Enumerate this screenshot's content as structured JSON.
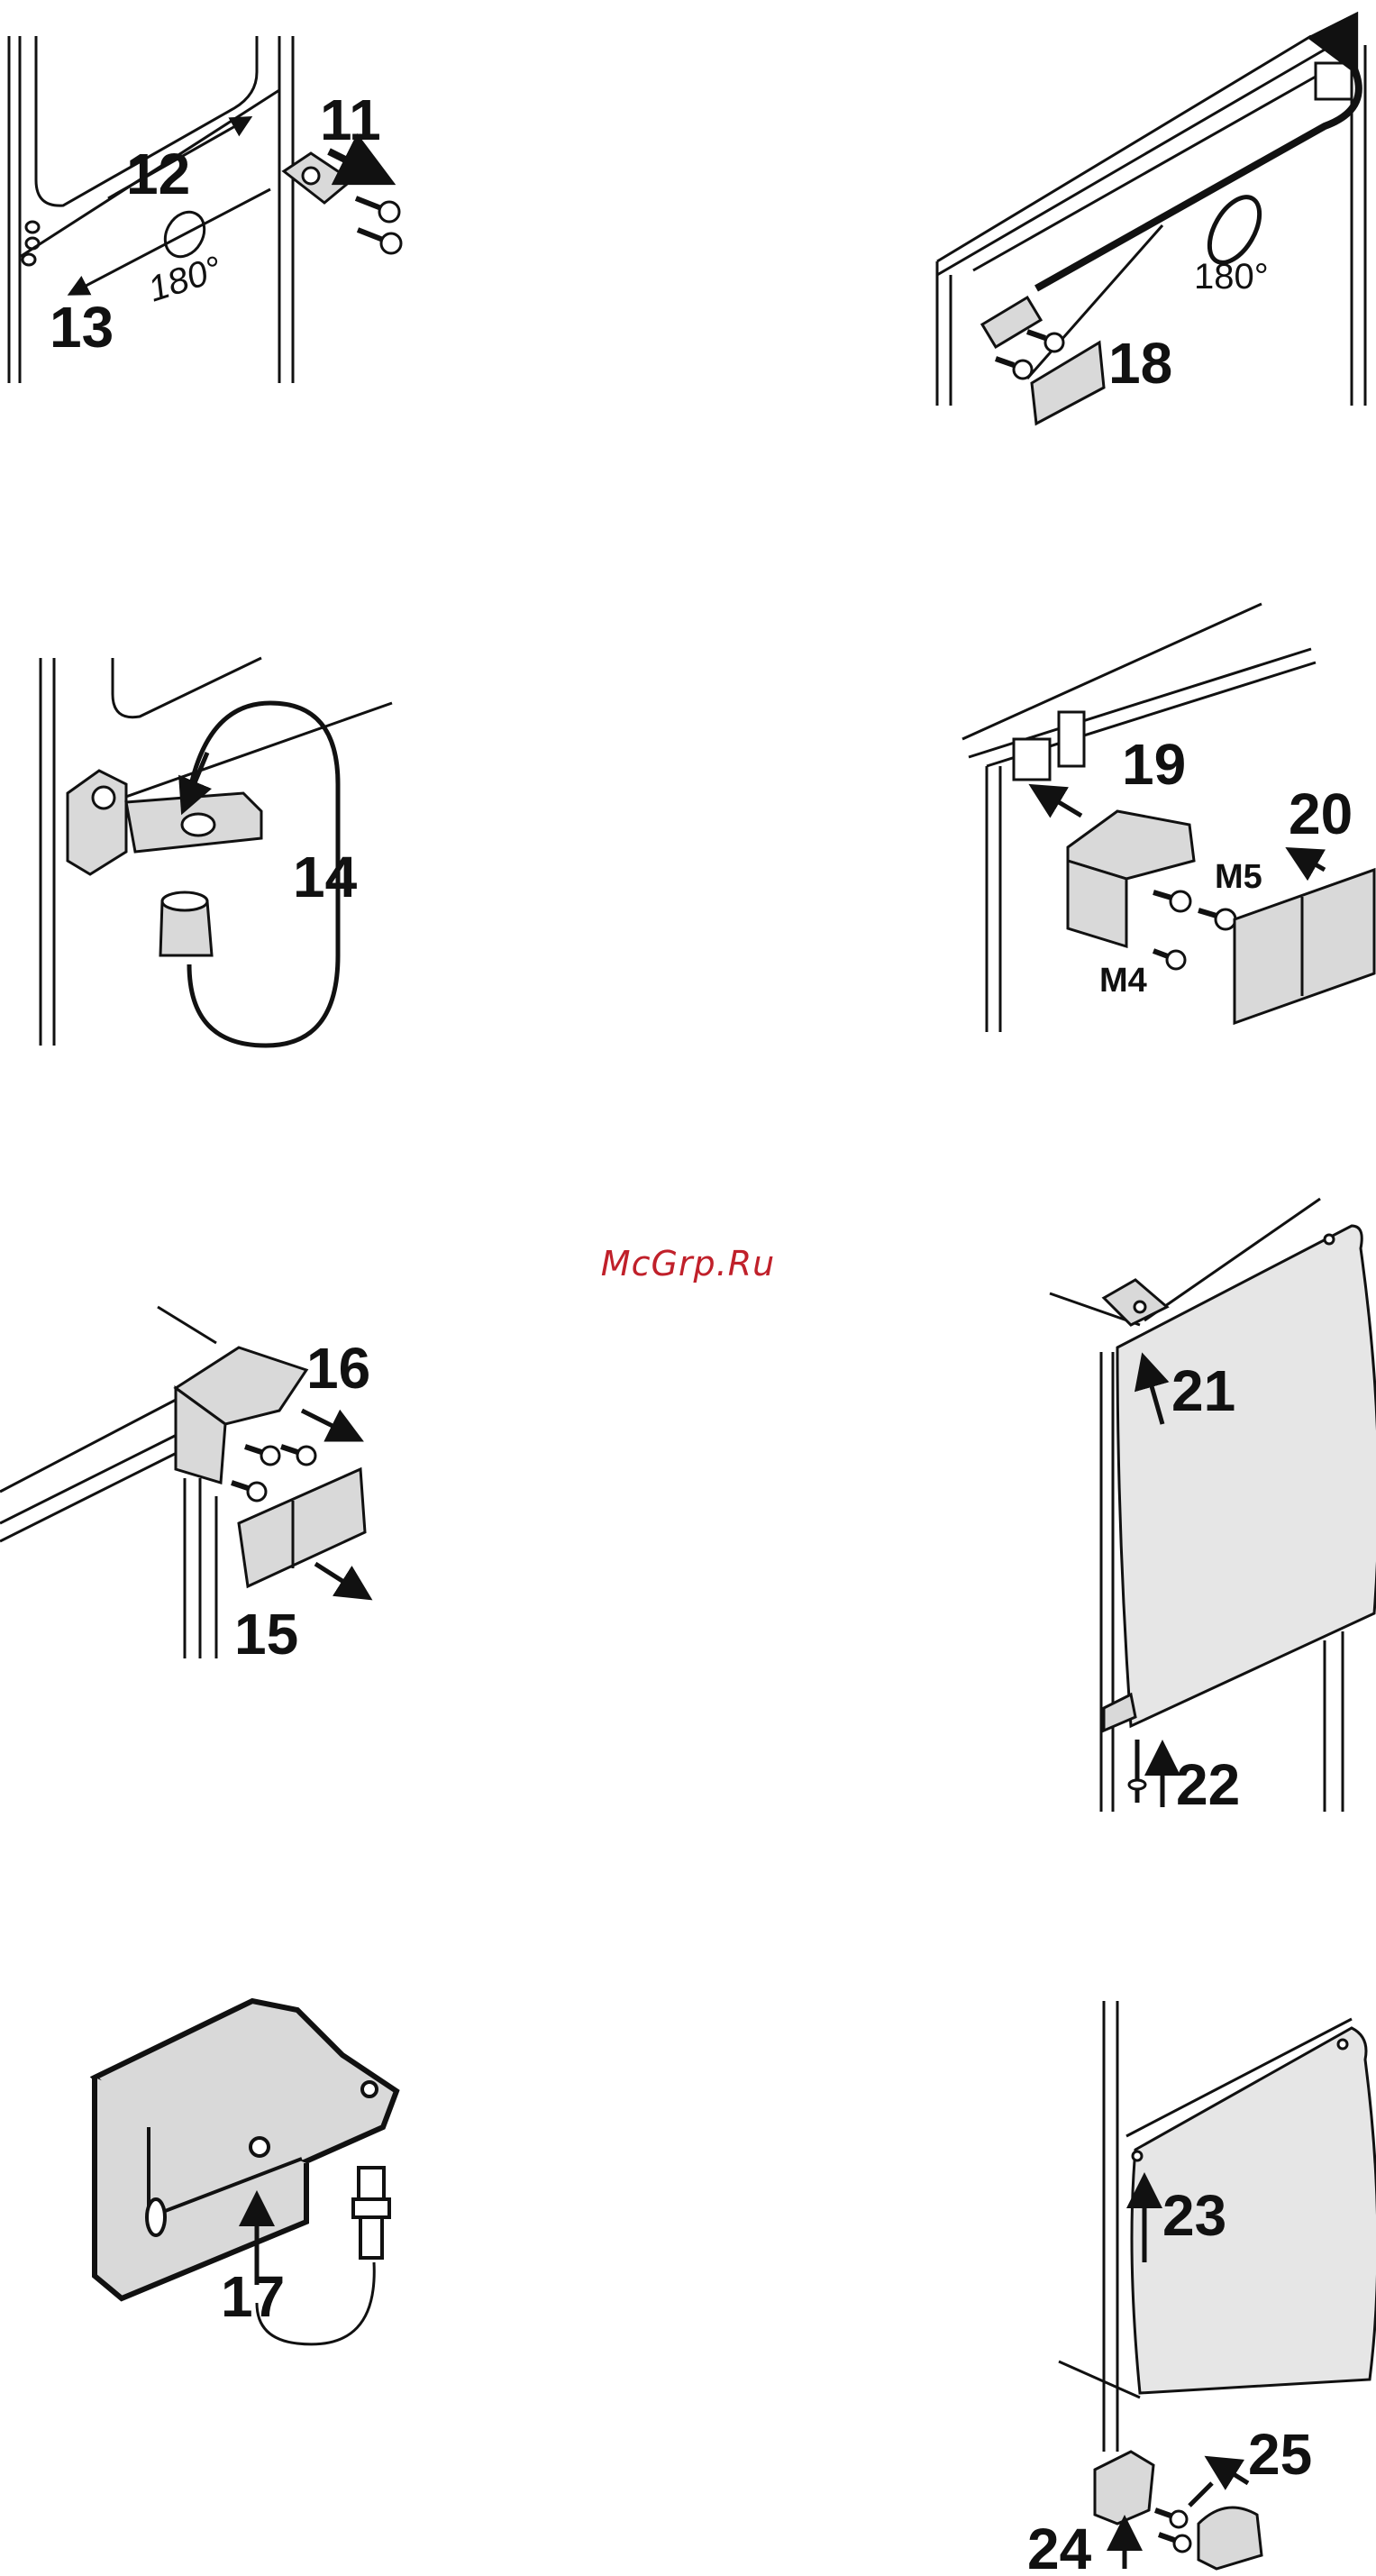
{
  "watermark": "McGrp.Ru",
  "steps": {
    "s11": "11",
    "s12": "12",
    "s13": "13",
    "s14": "14",
    "s15": "15",
    "s16": "16",
    "s17": "17",
    "s18": "18",
    "s19": "19",
    "s20": "20",
    "s21": "21",
    "s22": "22",
    "s23": "23",
    "s24": "24",
    "s25": "25"
  },
  "angles": {
    "a1": "180°",
    "a2": "180°"
  },
  "screw_sizes": {
    "m5": "M5",
    "m4": "M4"
  },
  "colors": {
    "line": "#111111",
    "part_fill": "#d9d9d9",
    "door_fill": "#e6e6e6",
    "watermark": "#c0202a"
  }
}
